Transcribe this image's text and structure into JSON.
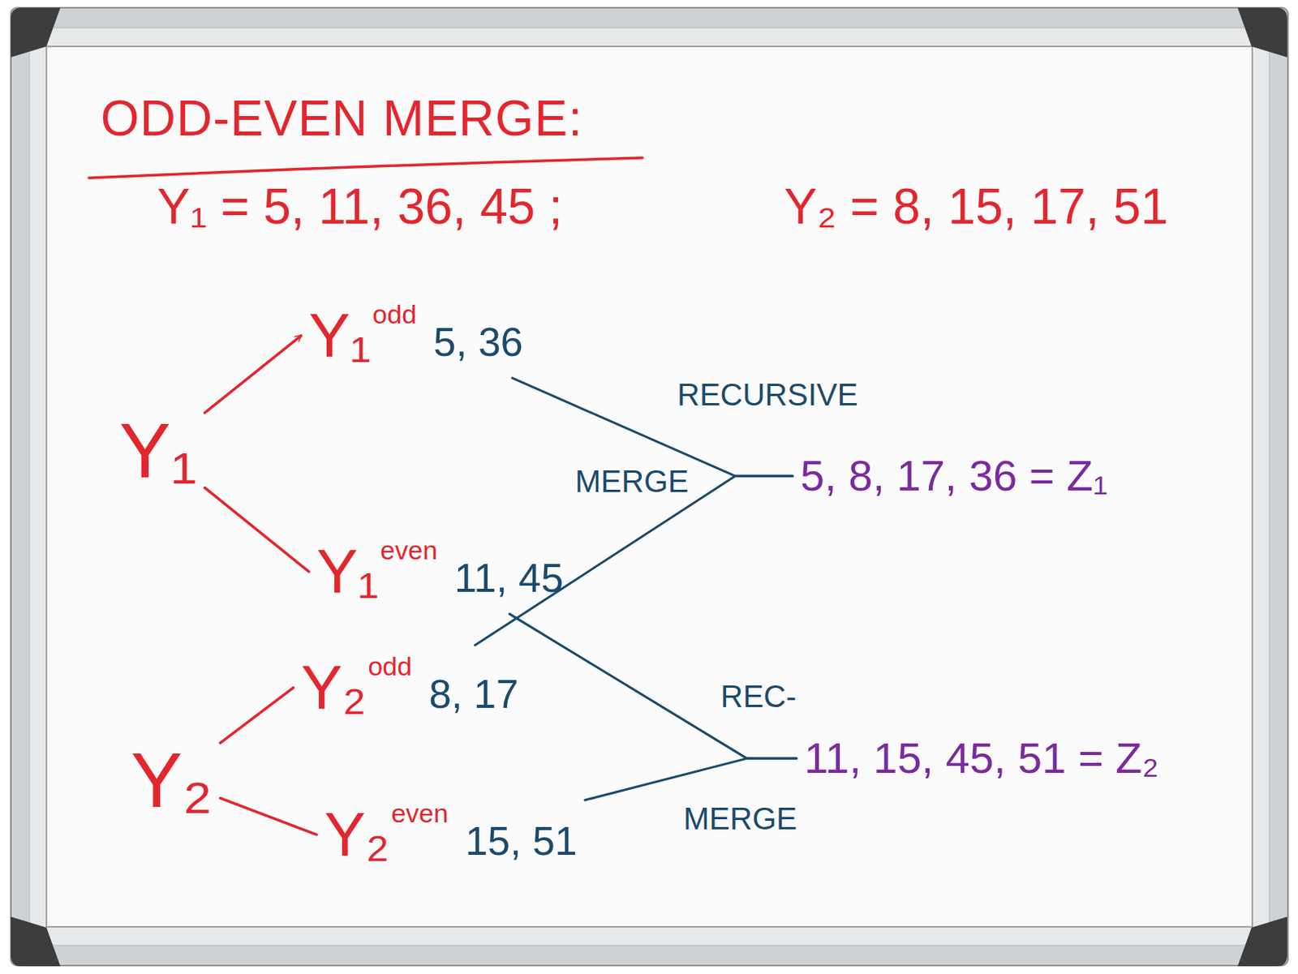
{
  "diagram": {
    "title": "ODD-EVEN MERGE:",
    "nodes": [
      {
        "text": [
          "Y₁"
        ]
      },
      {
        "text": [
          "Y₁",
          "odd",
          "5, 36"
        ]
      },
      {
        "text": [
          "Y₁",
          "even",
          "11, 45"
        ]
      },
      {
        "text": [
          "Y₂",
          "odd",
          "8, 17"
        ]
      },
      {
        "text": [
          "Y₂",
          "even",
          "15, 51"
        ]
      },
      {
        "text": [
          "Y₂"
        ]
      },
      {
        "text": [
          "5, 8, 17, 36 = Z₁"
        ]
      },
      {
        "text": [
          "11, 15, 45, 51 = Z₂"
        ]
      }
    ],
    "edges": [
      {
        "from": 0,
        "to": 1,
        "arrow": "to"
      },
      {
        "from": 0,
        "to": 2,
        "arrow": "none"
      },
      {
        "from": 5,
        "to": 3,
        "arrow": "none"
      },
      {
        "from": 5,
        "to": 4,
        "arrow": "none"
      },
      {
        "from": 1,
        "to": 6,
        "arrow": "none"
      },
      {
        "from": 3,
        "to": 6,
        "arrow": "none"
      },
      {
        "from": 2,
        "to": 7,
        "arrow": "none"
      },
      {
        "from": 4,
        "to": 7,
        "arrow": "none"
      }
    ],
    "labels": [
      "Y₁ = 5, 11, 36, 45 ;",
      "Y₂ = 8, 15, 17, 51",
      "RECURSIVE",
      "MERGE",
      "REC-",
      "MERGE"
    ]
  }
}
